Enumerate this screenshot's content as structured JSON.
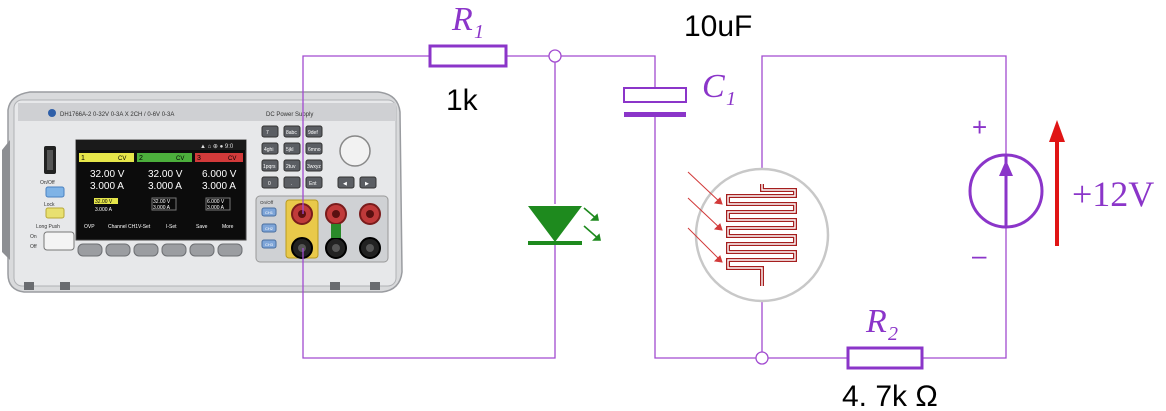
{
  "components": {
    "r1": {
      "label": "R",
      "sub": "1",
      "value": "1k"
    },
    "c1": {
      "label": "C",
      "sub": "1",
      "value": "10uF"
    },
    "r2": {
      "label": "R",
      "sub": "2",
      "value": "4. 7k Ω"
    },
    "source": {
      "plus": "+",
      "minus": "–",
      "value": "+12V"
    }
  },
  "instrument": {
    "model": "DH1766A-2  0-32V 0-3A X 2CH / 0-6V 0-3A",
    "title": "DC Power Supply",
    "channels": [
      {
        "num": "1",
        "mode": "CV",
        "volt": "32.00 V",
        "amp": "3.000 A",
        "set_v": "32.00 V",
        "set_a": "3.000 A",
        "color": "#e6e64a"
      },
      {
        "num": "2",
        "mode": "CV",
        "volt": "32.00 V",
        "amp": "3.000 A",
        "set_v": "32.00 V",
        "set_a": "3.000 A",
        "color": "#4caf3c"
      },
      {
        "num": "3",
        "mode": "CV",
        "volt": "6.000 V",
        "amp": "3.000 A",
        "set_v": "6.000 V",
        "set_a": "3.000 A",
        "color": "#d23a3a"
      }
    ],
    "softkeys": [
      "OVP",
      "Channel CH1",
      "V-Set",
      "I-Set",
      "Save",
      "More"
    ],
    "keypad": [
      "7",
      "8abc",
      "9def",
      "4ghi",
      "5jkl",
      "6mno",
      "1pqrs",
      "2tuv",
      "3wxyz",
      "0",
      ".",
      "Ent"
    ],
    "side": [
      "On/Off",
      "Lock",
      "Long Push",
      "On",
      "Off"
    ],
    "term_labels": [
      "On/Off",
      "CH1",
      "CH2",
      "CH3"
    ],
    "colors": {
      "wire": "#a24bd0",
      "diode": "#1e8a1e",
      "ldr": "#a51e1e",
      "arrow": "#e01515"
    }
  }
}
